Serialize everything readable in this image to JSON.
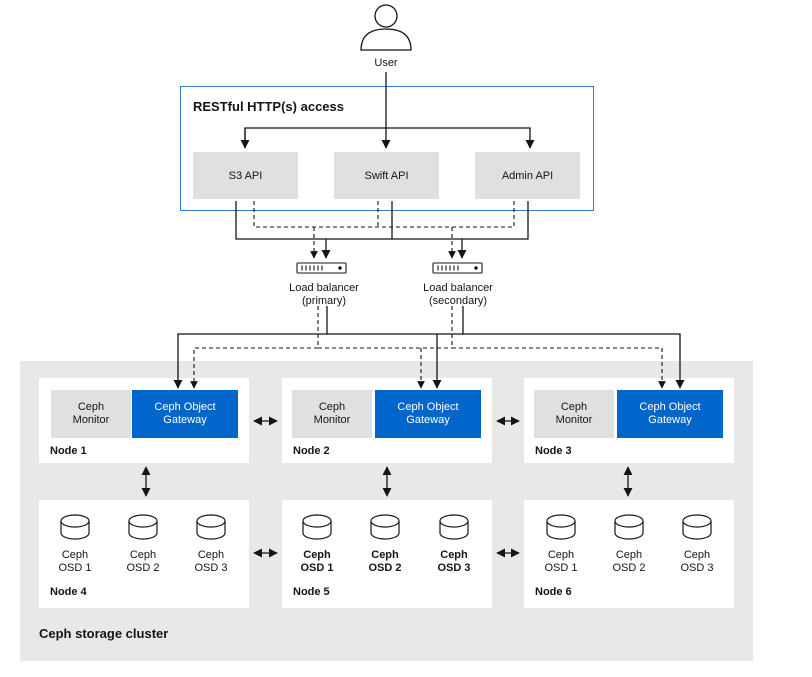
{
  "user": {
    "label": "User"
  },
  "access_box": {
    "title": "RESTful HTTP(s) access"
  },
  "apis": [
    "S3 API",
    "Swift API",
    "Admin API"
  ],
  "load_balancers": [
    {
      "line1": "Load balancer",
      "line2": "(primary)"
    },
    {
      "line1": "Load balancer",
      "line2": "(secondary)"
    }
  ],
  "cluster": {
    "title": "Ceph storage cluster"
  },
  "gateway_nodes": [
    {
      "name": "Node 1",
      "monitor": [
        "Ceph",
        "Monitor"
      ],
      "gateway": [
        "Ceph Object",
        "Gateway"
      ]
    },
    {
      "name": "Node 2",
      "monitor": [
        "Ceph",
        "Monitor"
      ],
      "gateway": [
        "Ceph Object",
        "Gateway"
      ]
    },
    {
      "name": "Node 3",
      "monitor": [
        "Ceph",
        "Monitor"
      ],
      "gateway": [
        "Ceph Object",
        "Gateway"
      ]
    }
  ],
  "osd_nodes": [
    {
      "name": "Node 4",
      "osds": [
        [
          "Ceph",
          "OSD 1"
        ],
        [
          "Ceph",
          "OSD 2"
        ],
        [
          "Ceph",
          "OSD 3"
        ]
      ]
    },
    {
      "name": "Node 5",
      "osds": [
        [
          "Ceph",
          "OSD 1"
        ],
        [
          "Ceph",
          "OSD 2"
        ],
        [
          "Ceph",
          "OSD 3"
        ]
      ]
    },
    {
      "name": "Node 6",
      "osds": [
        [
          "Ceph",
          "OSD 1"
        ],
        [
          "Ceph",
          "OSD 2"
        ],
        [
          "Ceph",
          "OSD 3"
        ]
      ]
    }
  ],
  "colors": {
    "gateway": "#0066cc",
    "access_border": "#2b7bd3",
    "cluster_bg": "#e8e8e8",
    "api_bg": "#e0e0e0"
  }
}
